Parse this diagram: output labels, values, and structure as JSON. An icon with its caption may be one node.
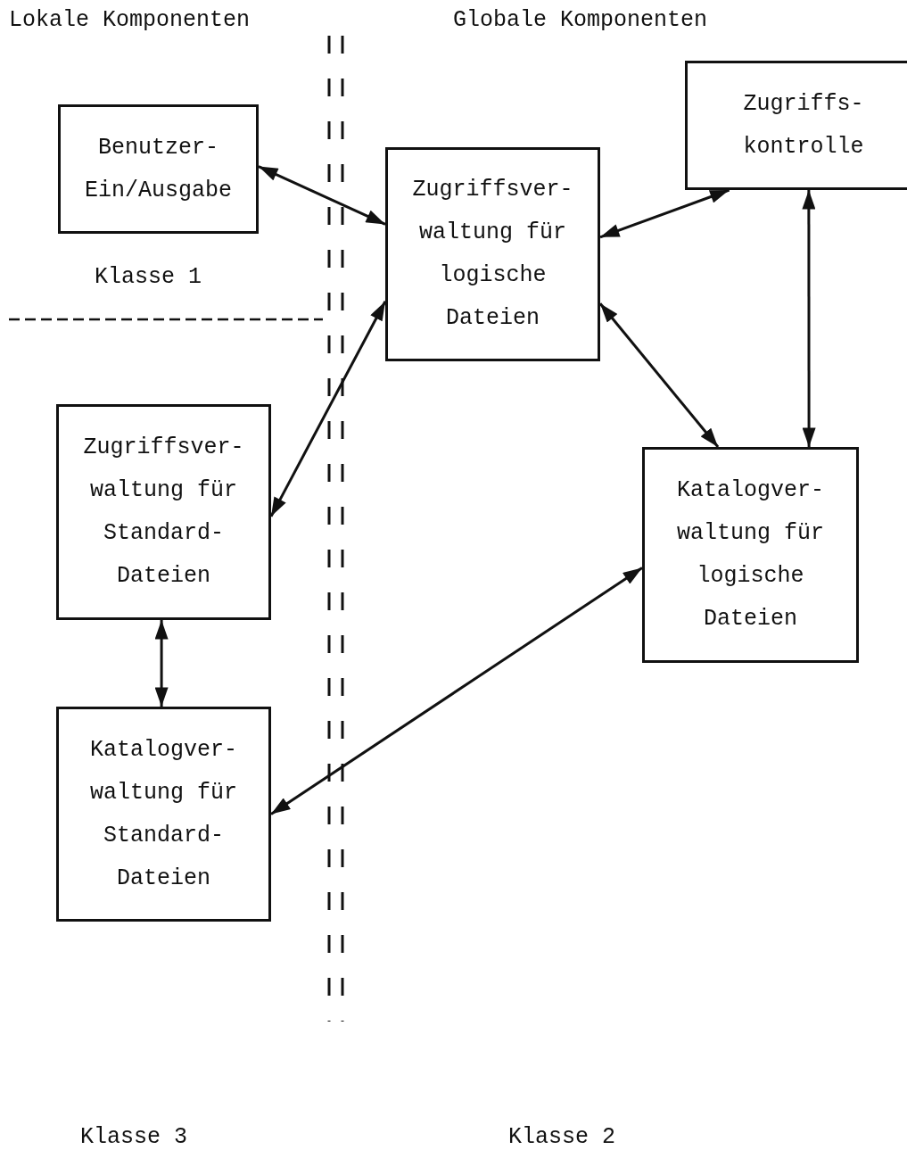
{
  "diagram": {
    "nodes": [
      {
        "text": [
          "Benutzer- Ein/Ausgabe"
        ]
      },
      {
        "text": [
          "Zugriffsver- waltung für logische Dateien"
        ]
      },
      {
        "text": [
          "Zugriffs- kontrolle"
        ]
      },
      {
        "text": [
          "Zugriffsver- waltung für Standard- Dateien"
        ]
      },
      {
        "text": [
          "Katalogver- waltung für logische Dateien"
        ]
      },
      {
        "text": [
          "Katalogver- waltung für Standard- Dateien"
        ]
      }
    ],
    "edges": [
      {
        "from": 0,
        "to": 1,
        "arrow": "both"
      },
      {
        "from": 1,
        "to": 2,
        "arrow": "both"
      },
      {
        "from": 2,
        "to": 4,
        "arrow": "both"
      },
      {
        "from": 1,
        "to": 4,
        "arrow": "both"
      },
      {
        "from": 1,
        "to": 3,
        "arrow": "both"
      },
      {
        "from": 3,
        "to": 5,
        "arrow": "both"
      },
      {
        "from": 4,
        "to": 5,
        "arrow": "both"
      }
    ],
    "labels": [
      "Lokale Komponenten",
      "Globale Komponenten",
      "Klasse 1",
      "Klasse 3",
      "Klasse 2"
    ]
  }
}
